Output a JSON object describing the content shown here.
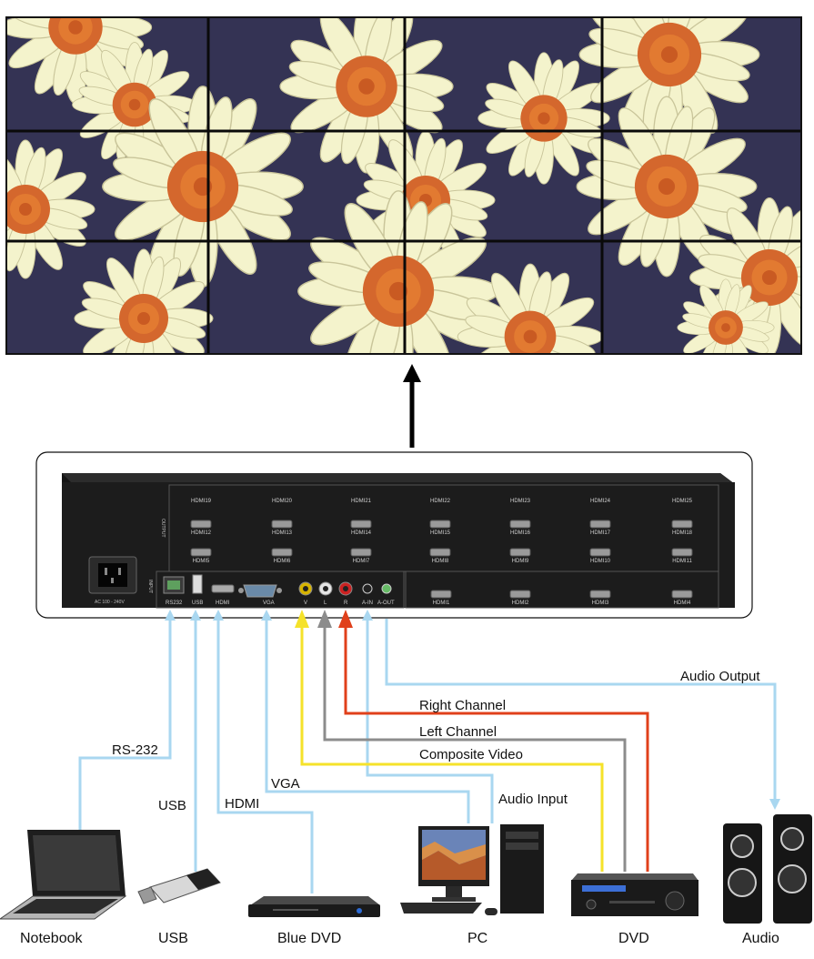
{
  "output_ports": {
    "row1": [
      "HDMI19",
      "HDMI20",
      "HDMI21",
      "HDMI22",
      "HDMI23",
      "HDMI24",
      "HDMI25"
    ],
    "row2": [
      "HDMI12",
      "HDMI13",
      "HDMI14",
      "HDMI15",
      "HDMI16",
      "HDMI17",
      "HDMI18"
    ],
    "row3": [
      "HDMI5",
      "HDMI6",
      "HDMI7",
      "HDMI8",
      "HDMI9",
      "HDMI10",
      "HDMI11"
    ],
    "row4": [
      "HDMI1",
      "HDMI2",
      "HDMI3",
      "HDMI4"
    ]
  },
  "panel": {
    "output_label": "OUTPUT",
    "input_label": "INPUT",
    "power_label": "AC 100 - 240V",
    "input_ports": {
      "rs232": "RS232",
      "usb": "USB",
      "hdmi": "HDMI",
      "vga": "VGA",
      "v": "V",
      "l": "L",
      "r": "R",
      "a_in": "A-IN",
      "a_out": "A-OUT"
    }
  },
  "signals": {
    "rs232": "RS-232",
    "usb": "USB",
    "hdmi": "HDMI",
    "vga": "VGA",
    "composite": "Composite Video",
    "left": "Left Channel",
    "right": "Right Channel",
    "audio_in": "Audio Input",
    "audio_out": "Audio Output"
  },
  "devices": {
    "notebook": "Notebook",
    "usb": "USB",
    "bluedvd": "Blue DVD",
    "pc": "PC",
    "dvd": "DVD",
    "audio": "Audio"
  },
  "colors": {
    "data_line": "#a9d7f0",
    "composite_line": "#f5e22a",
    "left_line": "#8c8c8c",
    "right_line": "#e0401b",
    "matrix_body": "#1c1c1c"
  }
}
